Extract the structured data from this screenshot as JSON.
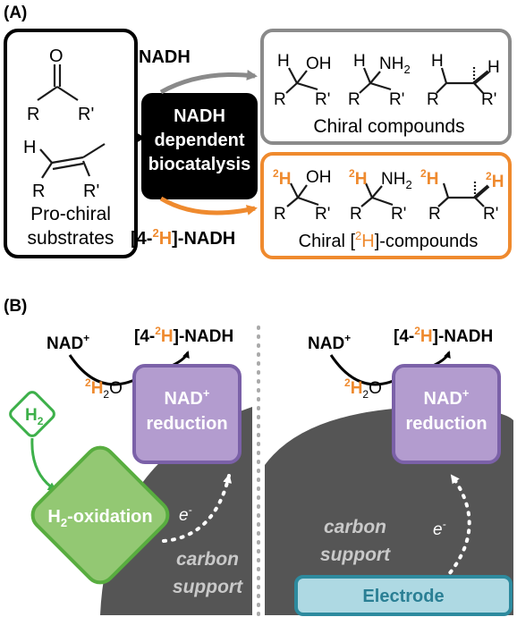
{
  "panel_a": {
    "label": "(A)",
    "substrates_caption_line1": "Pro-chiral",
    "substrates_caption_line2": "substrates",
    "biocatalysis_line1": "NADH",
    "biocatalysis_line2": "dependent",
    "biocatalysis_line3": "biocatalysis",
    "nadh_label": "NADH",
    "deuterated_nadh_prefix": "[4-",
    "deuterated_nadh_mass": "2",
    "deuterated_nadh_element": "H",
    "deuterated_nadh_suffix": "]-NADH",
    "chiral_caption": "Chiral compounds",
    "chiral_deuterated_prefix": "Chiral [",
    "chiral_deuterated_mass": "2",
    "chiral_deuterated_element": "H",
    "chiral_deuterated_suffix": "]-compounds",
    "structure_text": {
      "O": "O",
      "R": "R",
      "R_prime": "R'",
      "H": "H",
      "OH": "OH",
      "NH": "NH",
      "sub_2": "2",
      "deuterium_mass": "2"
    }
  },
  "panel_b": {
    "label": "(B)",
    "left": {
      "nad_plus": "NAD",
      "plus_sign": "+",
      "product_prefix": "[4-",
      "product_mass": "2",
      "product_element": "H",
      "product_suffix": "]-NADH",
      "water_mass": "2",
      "water_formula": "H",
      "water_sub": "2",
      "water_o": "O",
      "h2_label": "H",
      "h2_sub": "2",
      "enzyme_line1": "NAD",
      "enzyme_plus": "+",
      "enzyme_line2": "reduction",
      "oxidation_label": "H",
      "oxidation_sub": "2",
      "oxidation_suffix": "-oxidation",
      "electron": "e",
      "electron_charge": "-",
      "support_line1": "carbon",
      "support_line2": "support"
    },
    "right": {
      "nad_plus": "NAD",
      "plus_sign": "+",
      "product_prefix": "[4-",
      "product_mass": "2",
      "product_element": "H",
      "product_suffix": "]-NADH",
      "water_mass": "2",
      "water_formula": "H",
      "water_sub": "2",
      "water_o": "O",
      "enzyme_line1": "NAD",
      "enzyme_plus": "+",
      "enzyme_line2": "reduction",
      "electron": "e",
      "electron_charge": "-",
      "support_line1": "carbon",
      "support_line2": "support",
      "electrode_label": "Electrode"
    }
  },
  "colors": {
    "orange": "#ef8a2e",
    "grey_box": "#808080",
    "black_box": "#000000",
    "dark_support": "#555555",
    "purple_fill": "#b39ccf",
    "purple_stroke": "#7b61a8",
    "green_fill": "#93c873",
    "green_stroke": "#58ad3f",
    "electrode_fill": "#aed9e3",
    "electrode_stroke": "#2d8a9e",
    "electron_arrow": "#ffffff",
    "support_text": "#c9c9c9"
  },
  "icons": [
    "carbonyl-structure",
    "alkene-structure",
    "alcohol-structure",
    "amine-structure",
    "alkane-structure",
    "arrow-icon",
    "electron-arrow-icon"
  ]
}
